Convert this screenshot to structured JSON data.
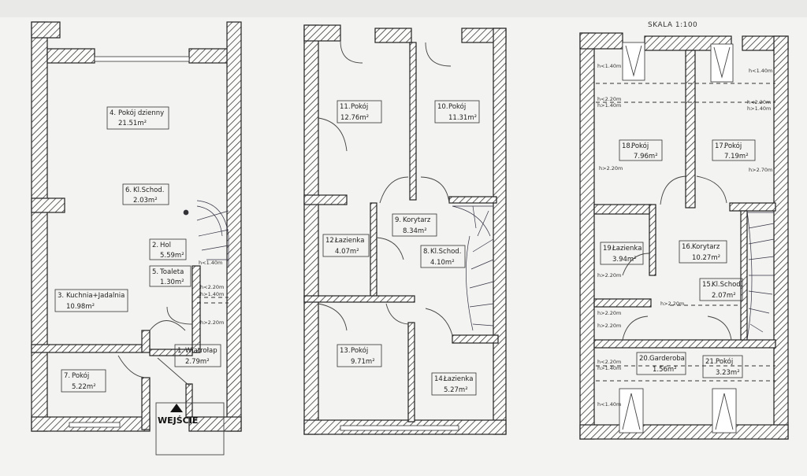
{
  "scale_label": "SKALA 1:100",
  "entrance_label": "WEJŚCIE",
  "floors": [
    {
      "rooms": [
        {
          "num": "4.",
          "name": "Pokój dzienny",
          "area": "21.51m²"
        },
        {
          "num": "6.",
          "name": "Kl.Schod.",
          "area": "2.03m²"
        },
        {
          "num": "2.",
          "name": "Hol",
          "area": "5.59m²"
        },
        {
          "num": "5.",
          "name": "Toaleta",
          "area": "1.30m²"
        },
        {
          "num": "3.",
          "name": "Kuchnia+Jadalnia",
          "area": "10.98m²"
        },
        {
          "num": "1.",
          "name": "Wiatrołap",
          "area": "2.79m²"
        },
        {
          "num": "7.",
          "name": "Pokój",
          "area": "5.22m²"
        }
      ],
      "height_notes": [
        "h<1.40m",
        "h<2.20m",
        "h>1.40m",
        "h>2.20m"
      ]
    },
    {
      "rooms": [
        {
          "num": "11.",
          "name": "Pokój",
          "area": "12.76m²"
        },
        {
          "num": "10.",
          "name": "Pokój",
          "area": "11.31m²"
        },
        {
          "num": "9.",
          "name": "Korytarz",
          "area": "8.34m²"
        },
        {
          "num": "12.",
          "name": "Łazienka",
          "area": "4.07m²"
        },
        {
          "num": "8.",
          "name": "Kl.Schod.",
          "area": "4.10m²"
        },
        {
          "num": "13.",
          "name": "Pokój",
          "area": "9.71m²"
        },
        {
          "num": "14.",
          "name": "Łazienka",
          "area": "5.27m²"
        }
      ]
    },
    {
      "rooms": [
        {
          "num": "18.",
          "name": "Pokój",
          "area": "7.96m²"
        },
        {
          "num": "17.",
          "name": "Pokój",
          "area": "7.19m²"
        },
        {
          "num": "19.",
          "name": "Łazienka",
          "area": "3.94m²"
        },
        {
          "num": "16.",
          "name": "Korytarz",
          "area": "10.27m²"
        },
        {
          "num": "15.",
          "name": "Kl.Schod.",
          "area": "2.07m²"
        },
        {
          "num": "20.",
          "name": "Garderoba",
          "area": "1.56m²"
        },
        {
          "num": "21.",
          "name": "Pokój",
          "area": "3.23m²"
        }
      ],
      "height_notes": [
        "h<1.40m",
        "h<1.40m",
        "h<2.20m",
        "h>1.40m",
        "h<2.20m",
        "h>1.40m",
        "h>2.20m",
        "h>2.70m",
        "h>2.20m",
        "h>2.20m",
        "h>2.20m",
        "h>2.20m",
        "h<2.20m",
        "h>1.40m",
        "h<1.40m"
      ]
    }
  ]
}
